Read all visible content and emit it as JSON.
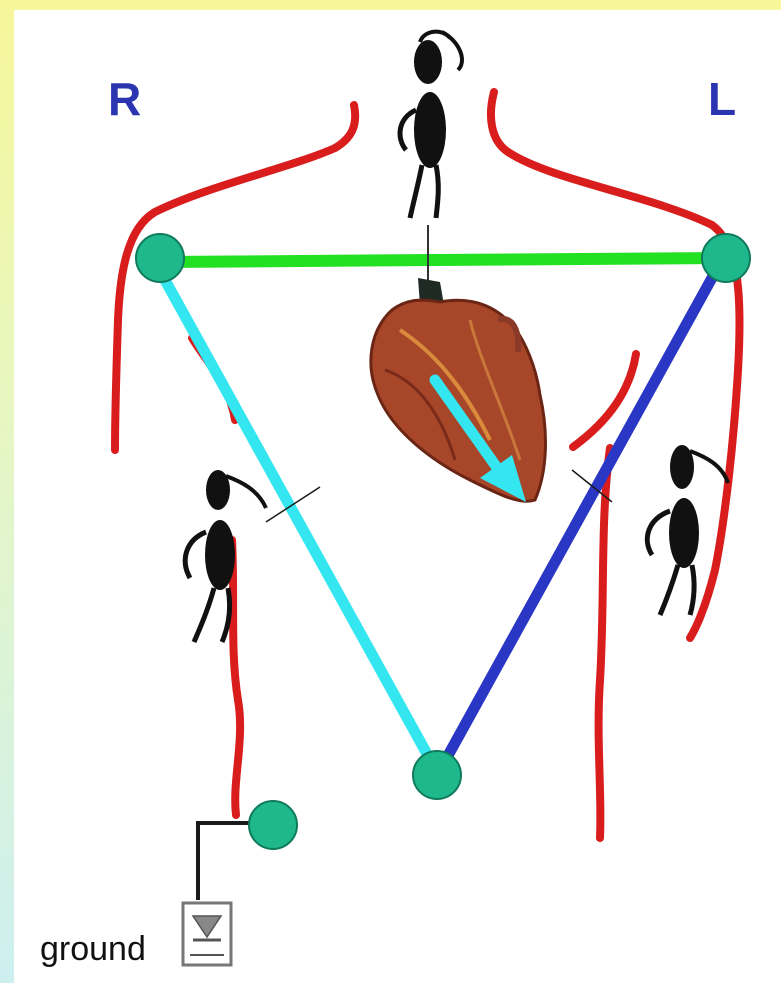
{
  "labels": {
    "right": "R",
    "left": "L",
    "ground": "ground"
  },
  "colors": {
    "side_labels": "#2b35b0",
    "body_outline": "#d91d1d",
    "lead_I": "#22e022",
    "lead_II": "#33e6f0",
    "lead_III": "#2a36c4",
    "electrode": "#1fb88c",
    "electrode_stroke": "#0f7a5c",
    "heart_vector": "#33e6f0",
    "figure": "#111111",
    "ground_symbol": "#777777"
  },
  "icons": [
    "stick-figure-icon",
    "heart-icon",
    "ground-symbol-icon"
  ]
}
